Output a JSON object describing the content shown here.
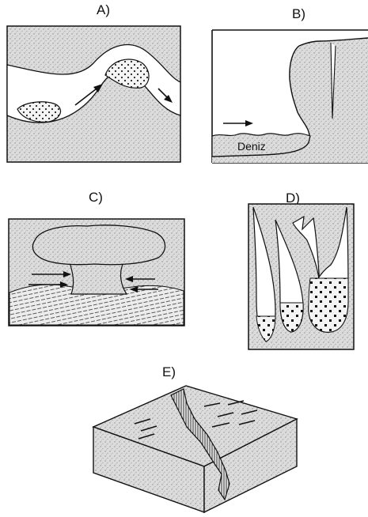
{
  "panels": {
    "a": {
      "label": "A)"
    },
    "b": {
      "label": "B)",
      "sea_label": "Deniz"
    },
    "c": {
      "label": "C)"
    },
    "d": {
      "label": "D)"
    },
    "e": {
      "label": "E)"
    }
  },
  "colors": {
    "stipple": "#c9c9c9",
    "ink": "#111111",
    "paper": "#ffffff"
  }
}
